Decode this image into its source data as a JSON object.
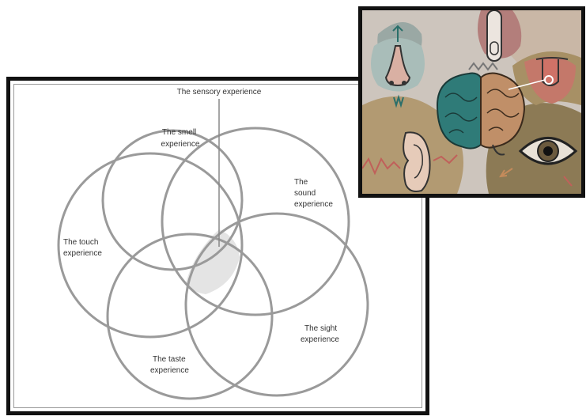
{
  "venn": {
    "title": "The sensory experience",
    "labels": {
      "smell": [
        "The smell",
        "experience"
      ],
      "sound": [
        "The",
        "sound",
        "experience"
      ],
      "touch": [
        "The touch",
        "experience"
      ],
      "sight": [
        "The sight",
        "experience"
      ],
      "taste": [
        "The taste",
        "experience"
      ]
    }
  },
  "colors": {
    "circle_stroke": "#9a9a9a",
    "center_fill": "#e4e4e4",
    "border": "#111111"
  },
  "illustration": {
    "icons": [
      "nose-icon",
      "finger-icon",
      "tongue-icon",
      "brain-icon",
      "ear-icon",
      "eye-icon"
    ]
  }
}
